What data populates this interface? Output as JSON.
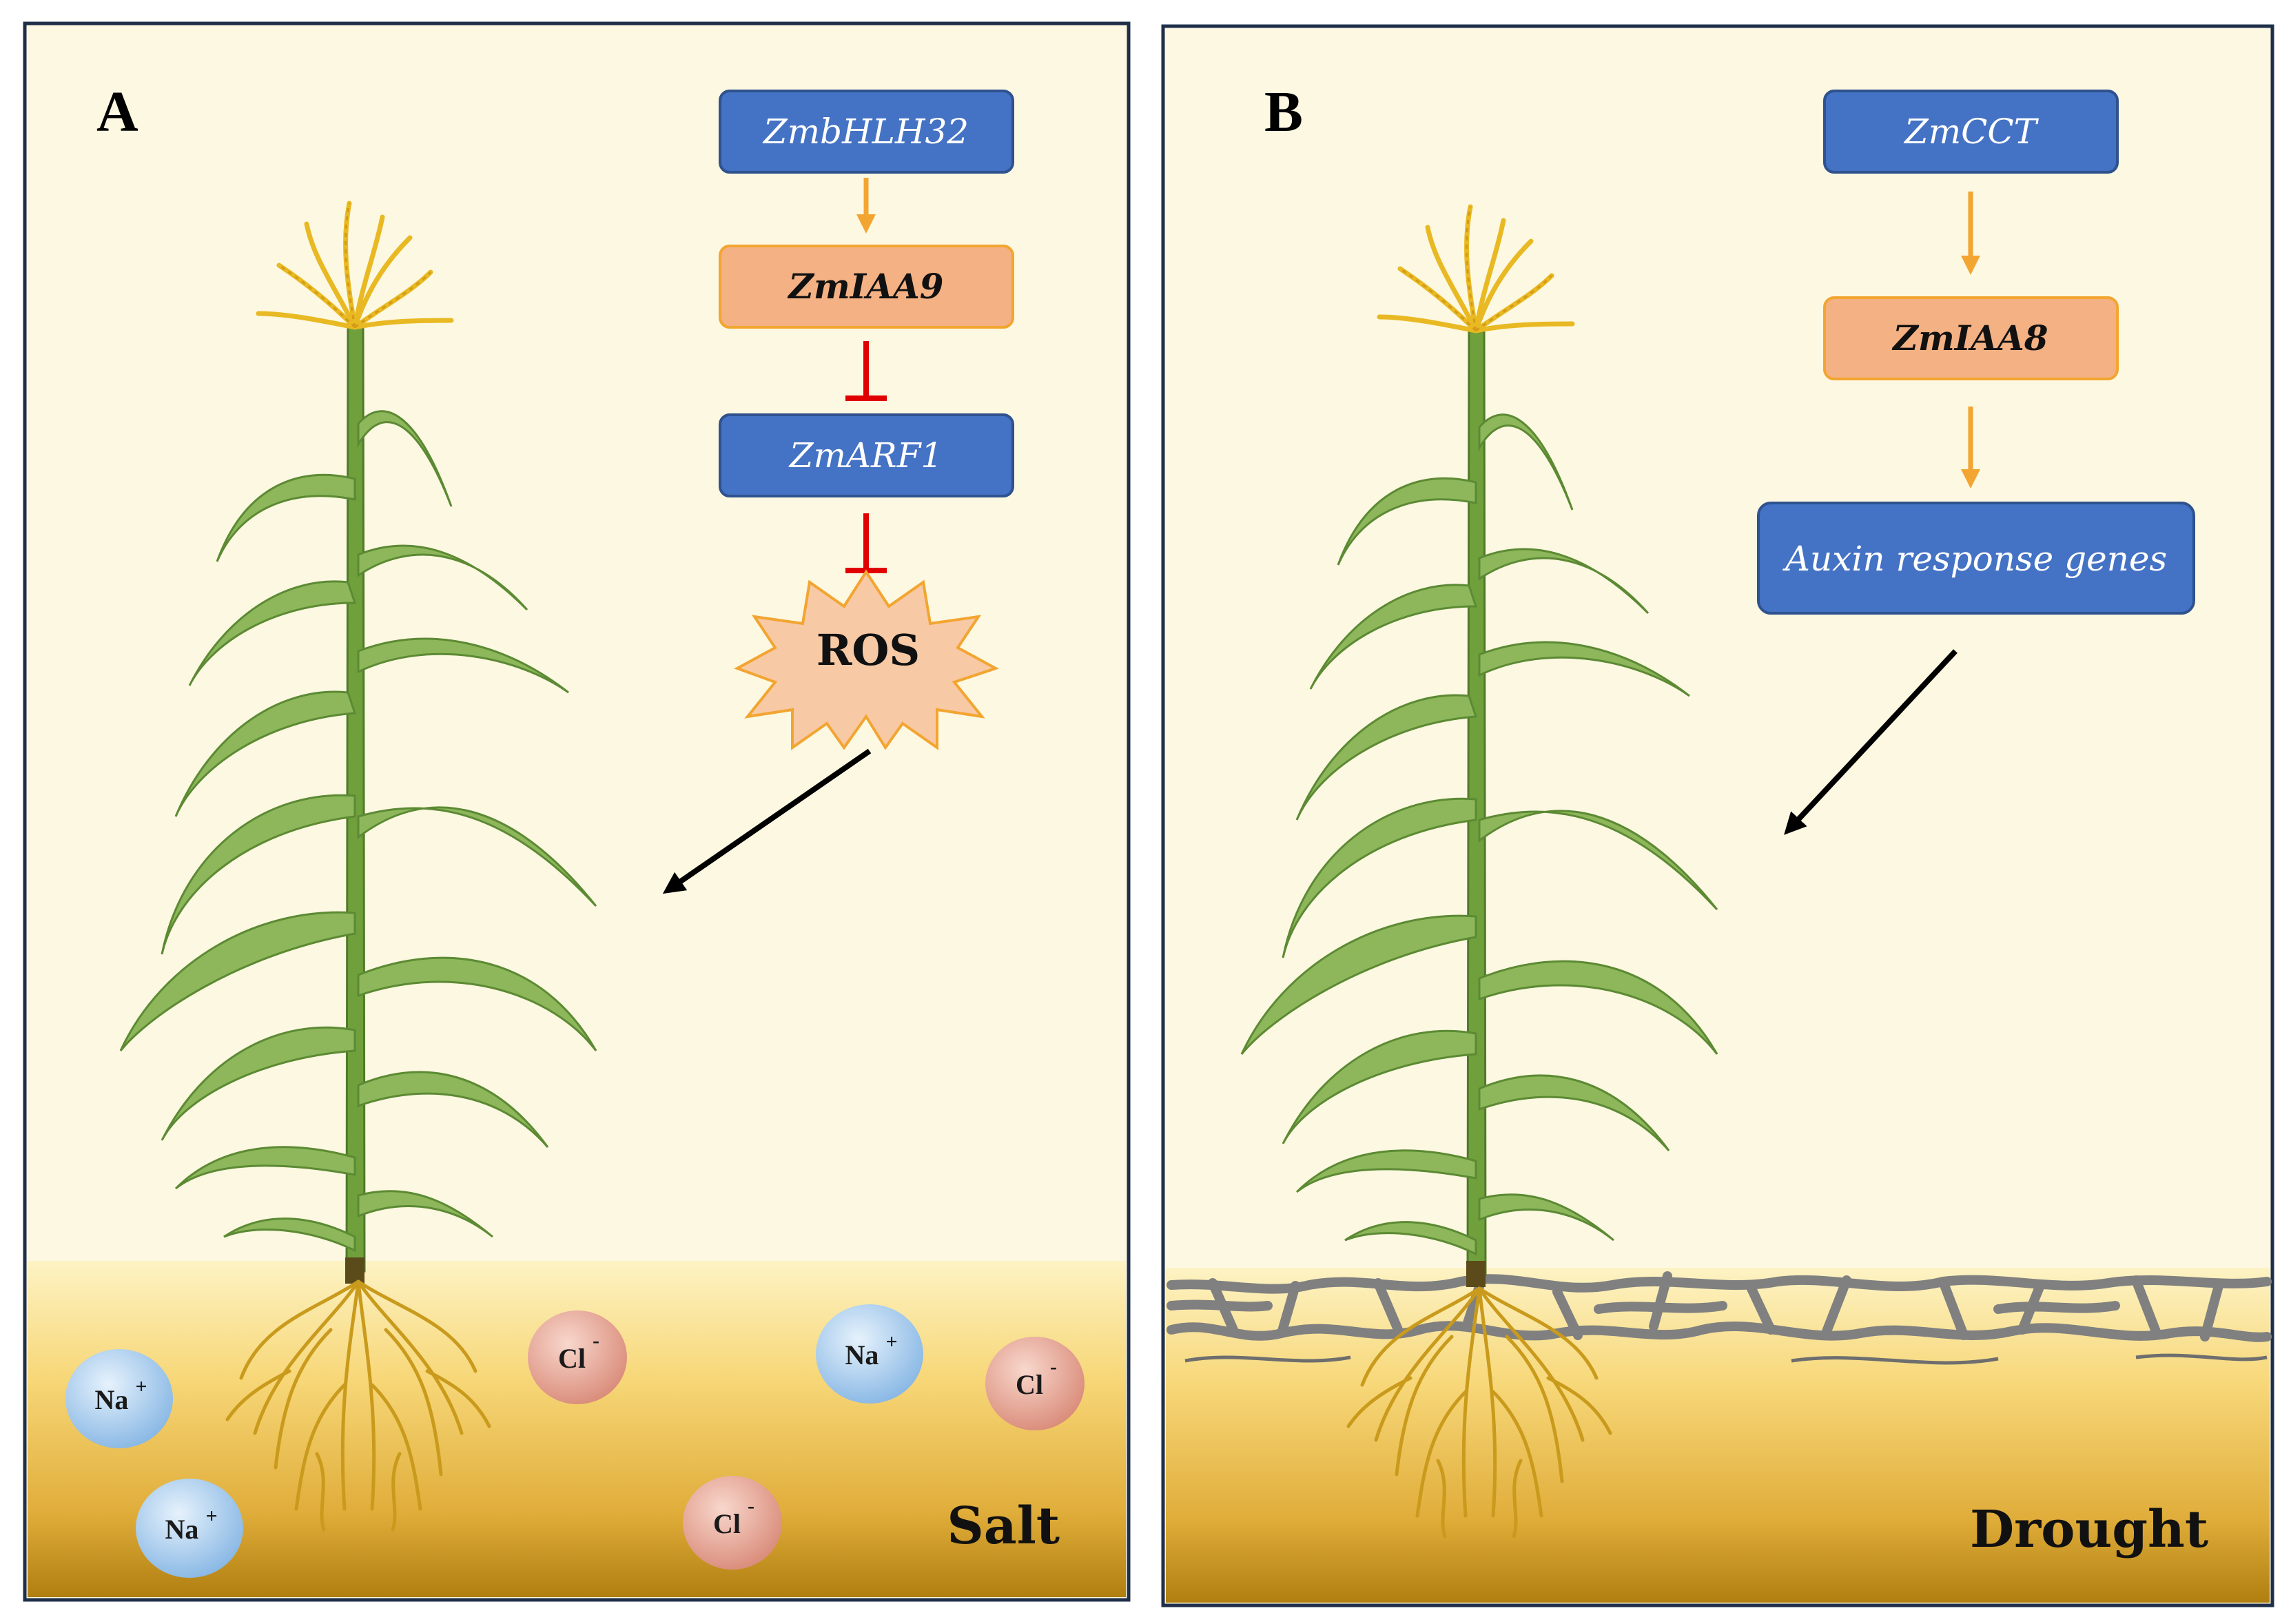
{
  "panel_a": {
    "letter": "A",
    "pathway": {
      "gene1": "ZmbHLH32",
      "gene2": "ZmIAA9",
      "gene3": "ZmARF1",
      "output": "ROS"
    },
    "stress_label": "Salt",
    "ions": [
      {
        "symbol": "Na",
        "charge": "+",
        "kind": "sodium"
      },
      {
        "symbol": "Na",
        "charge": "+",
        "kind": "sodium"
      },
      {
        "symbol": "Na",
        "charge": "+",
        "kind": "sodium"
      },
      {
        "symbol": "Cl",
        "charge": "-",
        "kind": "chloride"
      },
      {
        "symbol": "Cl",
        "charge": "-",
        "kind": "chloride"
      },
      {
        "symbol": "Cl",
        "charge": "-",
        "kind": "chloride"
      }
    ]
  },
  "panel_b": {
    "letter": "B",
    "pathway": {
      "gene1": "ZmCCT",
      "gene2": "ZmIAA8",
      "output": "Auxin response genes"
    },
    "stress_label": "Drought"
  },
  "colors": {
    "background": "#fdf8e1",
    "blue_box": "#4472c4",
    "orange_box": "#f4b183",
    "activation_arrow": "#f2a531",
    "inhibition": "#e00000",
    "soil_top": "#fdeaa8",
    "soil_bottom": "#b8860b",
    "leaf": "#8db75a",
    "stem": "#70a03c",
    "tassel": "#e8b923",
    "sodium_ion": "#9fc7ea",
    "chloride_ion": "#e6a898",
    "crack": "#808080"
  },
  "icons": [
    "maize-plant-icon",
    "root-system-icon",
    "ros-starburst-icon",
    "cracked-soil-icon"
  ]
}
